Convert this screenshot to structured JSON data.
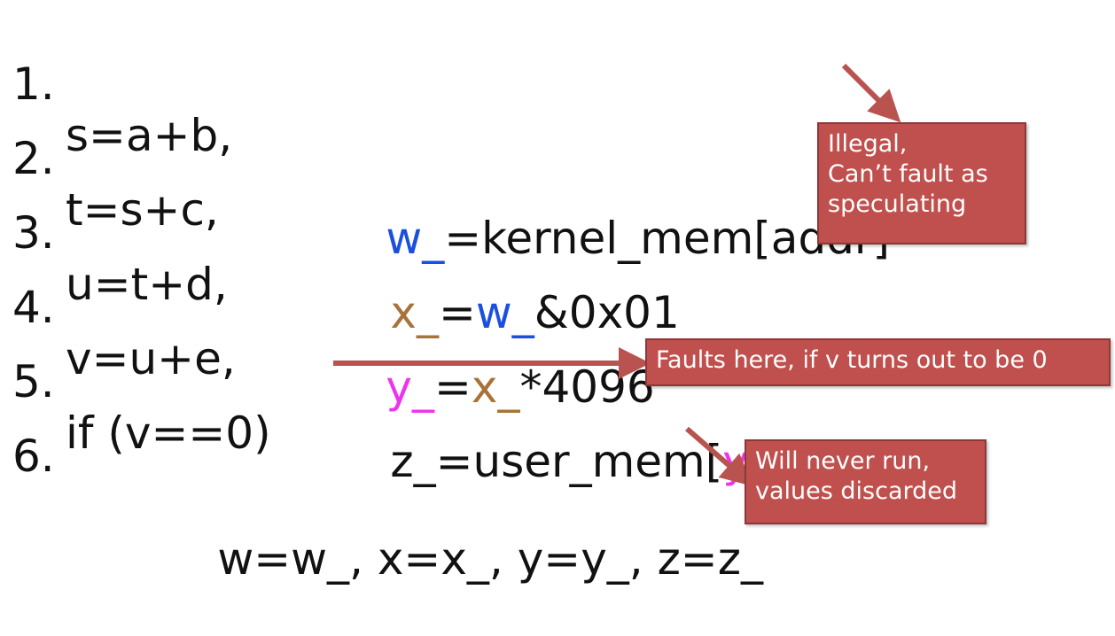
{
  "lines": [
    {
      "num": "1.",
      "left": "s=a+b,",
      "right": [
        {
          "text": "w_",
          "color": "blue"
        },
        {
          "text": "=kernel_mem[addr]",
          "color": "black"
        }
      ]
    },
    {
      "num": "2.",
      "left": "t=s+c,",
      "right": [
        {
          "text": "x_",
          "color": "tan"
        },
        {
          "text": "=",
          "color": "black"
        },
        {
          "text": "w_",
          "color": "blue"
        },
        {
          "text": "&0x01",
          "color": "black"
        }
      ]
    },
    {
      "num": "3.",
      "left": "u=t+d,",
      "right": [
        {
          "text": "y_",
          "color": "pink"
        },
        {
          "text": "=",
          "color": "black"
        },
        {
          "text": "x_",
          "color": "tan"
        },
        {
          "text": "*4096",
          "color": "black"
        }
      ]
    },
    {
      "num": "4.",
      "left": "v=u+e,",
      "right": [
        {
          "text": "z_=user_mem[",
          "color": "black"
        },
        {
          "text": "y_",
          "color": "pink"
        },
        {
          "text": "]",
          "color": "black"
        }
      ]
    },
    {
      "num": "5.",
      "left": "if (v==0)",
      "right": []
    },
    {
      "num": "6.",
      "left": "",
      "right": [
        {
          "text": "w=w_, x=x_, y=y_, z=z_",
          "color": "black"
        }
      ]
    }
  ],
  "callouts": {
    "illegal": "Illegal,\nCan’t fault as\nspeculating",
    "faults": "Faults here, if v turns out to be 0",
    "never_run": "Will never run,\nvalues discarded"
  },
  "colors": {
    "blue": "#1a4fe0",
    "tan": "#a8733a",
    "pink": "#ee33ee",
    "callout_fill": "#c0504d",
    "arrow": "#b9534f"
  }
}
